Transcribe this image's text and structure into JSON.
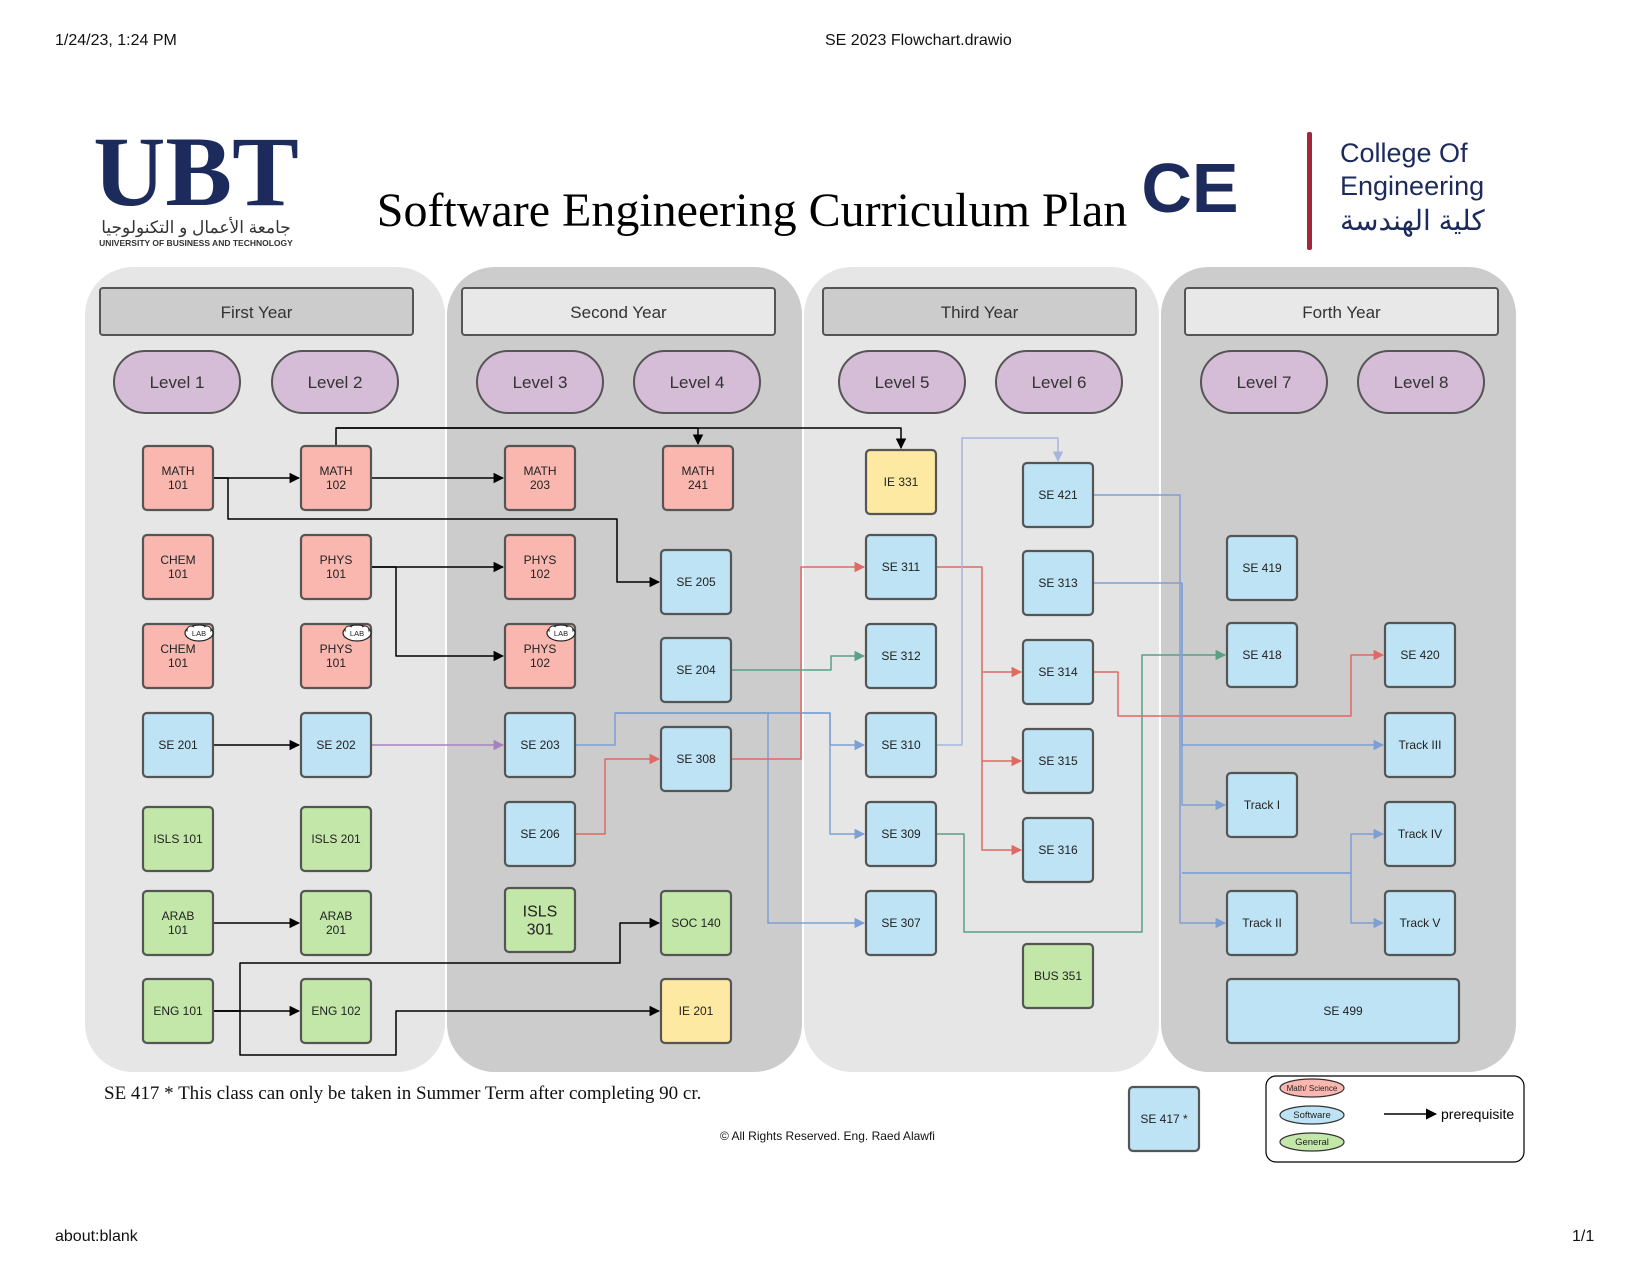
{
  "print_header": {
    "timestamp": "1/24/23, 1:24 PM",
    "doc_title": "SE 2023 Flowchart.drawio"
  },
  "print_footer": {
    "url": "about:blank",
    "page": "1/1"
  },
  "logos": {
    "ubt": {
      "wordmark": "UBT",
      "arabic": "جامعة الأعمال و التكنولوجيا",
      "english": "UNIVERSITY OF BUSINESS AND TECHNOLOGY",
      "color": "#1c2a5c"
    },
    "ce": {
      "mark": "CE",
      "line1": "College Of",
      "line2": "Engineering",
      "arabic": "كلية الهندسة",
      "color": "#1c2a5c",
      "bar_color": "#a3263a"
    }
  },
  "title": "Software Engineering Curriculum Plan",
  "colors": {
    "math": "#f9b7b0",
    "software": "#bde3f5",
    "general": "#c3e6a9",
    "industrial": "#fde9a2",
    "level": "#d5bcd7",
    "year_light": "#e6e6e6",
    "year_dark": "#cccccc",
    "edge_black": "#000000",
    "edge_blue": "#7e9fd4",
    "edge_red": "#dd6a63",
    "edge_green": "#5a9f86",
    "edge_purple": "#a781bd",
    "edge_lightblue": "#a7b6dc"
  },
  "years": [
    "First Year",
    "Second Year",
    "Third Year",
    "Forth Year"
  ],
  "levels": [
    "Level 1",
    "Level 2",
    "Level 3",
    "Level 4",
    "Level 5",
    "Level 6",
    "Level 7",
    "Level 8"
  ],
  "lab_badge": "LAB",
  "courses": [
    {
      "id": "math101",
      "label": "MATH\n101",
      "kind": "math"
    },
    {
      "id": "chem101",
      "label": "CHEM\n101",
      "kind": "math"
    },
    {
      "id": "chem101lab",
      "label": "CHEM\n101",
      "kind": "math",
      "lab": true
    },
    {
      "id": "se201",
      "label": "SE 201",
      "kind": "software"
    },
    {
      "id": "isls101",
      "label": "ISLS 101",
      "kind": "general"
    },
    {
      "id": "arab101",
      "label": "ARAB\n101",
      "kind": "general"
    },
    {
      "id": "eng101",
      "label": "ENG 101",
      "kind": "general"
    },
    {
      "id": "math102",
      "label": "MATH\n102",
      "kind": "math"
    },
    {
      "id": "phys101",
      "label": "PHYS\n101",
      "kind": "math"
    },
    {
      "id": "phys101lab",
      "label": "PHYS\n101",
      "kind": "math",
      "lab": true
    },
    {
      "id": "se202",
      "label": "SE 202",
      "kind": "software"
    },
    {
      "id": "isls201",
      "label": "ISLS 201",
      "kind": "general"
    },
    {
      "id": "arab201",
      "label": "ARAB\n201",
      "kind": "general"
    },
    {
      "id": "eng102",
      "label": "ENG 102",
      "kind": "general"
    },
    {
      "id": "math203",
      "label": "MATH\n203",
      "kind": "math"
    },
    {
      "id": "phys102",
      "label": "PHYS\n102",
      "kind": "math"
    },
    {
      "id": "phys102lab",
      "label": "PHYS\n102",
      "kind": "math",
      "lab": true
    },
    {
      "id": "se203",
      "label": "SE 203",
      "kind": "software"
    },
    {
      "id": "se206",
      "label": "SE 206",
      "kind": "software"
    },
    {
      "id": "isls301",
      "label": "ISLS\n301",
      "kind": "general",
      "large": true
    },
    {
      "id": "math241",
      "label": "MATH\n241",
      "kind": "math"
    },
    {
      "id": "se205",
      "label": "SE 205",
      "kind": "software"
    },
    {
      "id": "se204",
      "label": "SE 204",
      "kind": "software"
    },
    {
      "id": "se308",
      "label": "SE 308",
      "kind": "software"
    },
    {
      "id": "soc140",
      "label": "SOC 140",
      "kind": "general"
    },
    {
      "id": "ie201",
      "label": "IE 201",
      "kind": "industrial"
    },
    {
      "id": "ie331",
      "label": "IE 331",
      "kind": "industrial"
    },
    {
      "id": "se311",
      "label": "SE 311",
      "kind": "software"
    },
    {
      "id": "se312",
      "label": "SE 312",
      "kind": "software"
    },
    {
      "id": "se310",
      "label": "SE 310",
      "kind": "software"
    },
    {
      "id": "se309",
      "label": "SE 309",
      "kind": "software"
    },
    {
      "id": "se307",
      "label": "SE 307",
      "kind": "software"
    },
    {
      "id": "se421",
      "label": "SE 421",
      "kind": "software"
    },
    {
      "id": "se313",
      "label": "SE 313",
      "kind": "software"
    },
    {
      "id": "se314",
      "label": "SE 314",
      "kind": "software"
    },
    {
      "id": "se315",
      "label": "SE 315",
      "kind": "software"
    },
    {
      "id": "se316",
      "label": "SE 316",
      "kind": "software"
    },
    {
      "id": "bus351",
      "label": "BUS 351",
      "kind": "general"
    },
    {
      "id": "se419",
      "label": "SE 419",
      "kind": "software"
    },
    {
      "id": "se418",
      "label": "SE 418",
      "kind": "software"
    },
    {
      "id": "track1",
      "label": "Track I",
      "kind": "software"
    },
    {
      "id": "track2",
      "label": "Track II",
      "kind": "software"
    },
    {
      "id": "se420",
      "label": "SE 420",
      "kind": "software"
    },
    {
      "id": "track3",
      "label": "Track III",
      "kind": "software"
    },
    {
      "id": "track4",
      "label": "Track IV",
      "kind": "software"
    },
    {
      "id": "track5",
      "label": "Track V",
      "kind": "software"
    },
    {
      "id": "se499",
      "label": "SE 499",
      "kind": "software"
    },
    {
      "id": "se417",
      "label": "SE 417 *",
      "kind": "software"
    }
  ],
  "edges": [
    {
      "from": "math101",
      "to": "math102",
      "color": "edge_black"
    },
    {
      "from": "math102",
      "to": "math203",
      "color": "edge_black"
    },
    {
      "from": "math102",
      "to": "math241",
      "color": "edge_black"
    },
    {
      "from": "math102",
      "to": "ie331",
      "color": "edge_black"
    },
    {
      "from": "math101",
      "to": "se205",
      "color": "edge_black"
    },
    {
      "from": "phys101",
      "to": "phys102",
      "color": "edge_black"
    },
    {
      "from": "phys101",
      "to": "phys102lab",
      "color": "edge_black"
    },
    {
      "from": "se201",
      "to": "se202",
      "color": "edge_black"
    },
    {
      "from": "arab101",
      "to": "arab201",
      "color": "edge_black"
    },
    {
      "from": "eng101",
      "to": "eng102",
      "color": "edge_black"
    },
    {
      "from": "eng101",
      "to": "soc140",
      "color": "edge_black"
    },
    {
      "from": "eng101",
      "to": "ie201",
      "color": "edge_black"
    },
    {
      "from": "se202",
      "to": "se203",
      "color": "edge_purple"
    },
    {
      "from": "se203",
      "to": "se310",
      "color": "edge_blue"
    },
    {
      "from": "se203",
      "to": "se309",
      "color": "edge_blue"
    },
    {
      "from": "se203",
      "to": "se307",
      "color": "edge_blue"
    },
    {
      "from": "se206",
      "to": "se308",
      "color": "edge_red"
    },
    {
      "from": "se308",
      "to": "se311",
      "color": "edge_red"
    },
    {
      "from": "se204",
      "to": "se312",
      "color": "edge_green"
    },
    {
      "from": "se311",
      "to": "se314",
      "color": "edge_red"
    },
    {
      "from": "se311",
      "to": "se315",
      "color": "edge_red"
    },
    {
      "from": "se311",
      "to": "se316",
      "color": "edge_red"
    },
    {
      "from": "se310",
      "to": "se421",
      "color": "edge_lightblue"
    },
    {
      "from": "se309",
      "to": "se418",
      "color": "edge_green"
    },
    {
      "from": "se314",
      "to": "se420",
      "color": "edge_red"
    },
    {
      "from": "se421",
      "to": "track2",
      "color": "edge_blue"
    },
    {
      "from": "se313",
      "to": "track1",
      "color": "edge_blue"
    },
    {
      "from": "se313",
      "to": "track3",
      "color": "edge_blue"
    },
    {
      "from": "se313",
      "to": "track4",
      "color": "edge_blue"
    },
    {
      "from": "se313",
      "to": "track5",
      "color": "edge_blue"
    }
  ],
  "note": "SE 417 *  This class can only be taken in Summer Term after completing 90 cr.",
  "copyright": "© All Rights Reserved. Eng. Raed Alawfi",
  "legend": {
    "items": [
      {
        "label": "Math/ Science",
        "kind": "math"
      },
      {
        "label": "Software",
        "kind": "software"
      },
      {
        "label": "General",
        "kind": "general"
      }
    ],
    "arrow_label": "prerequisite"
  }
}
